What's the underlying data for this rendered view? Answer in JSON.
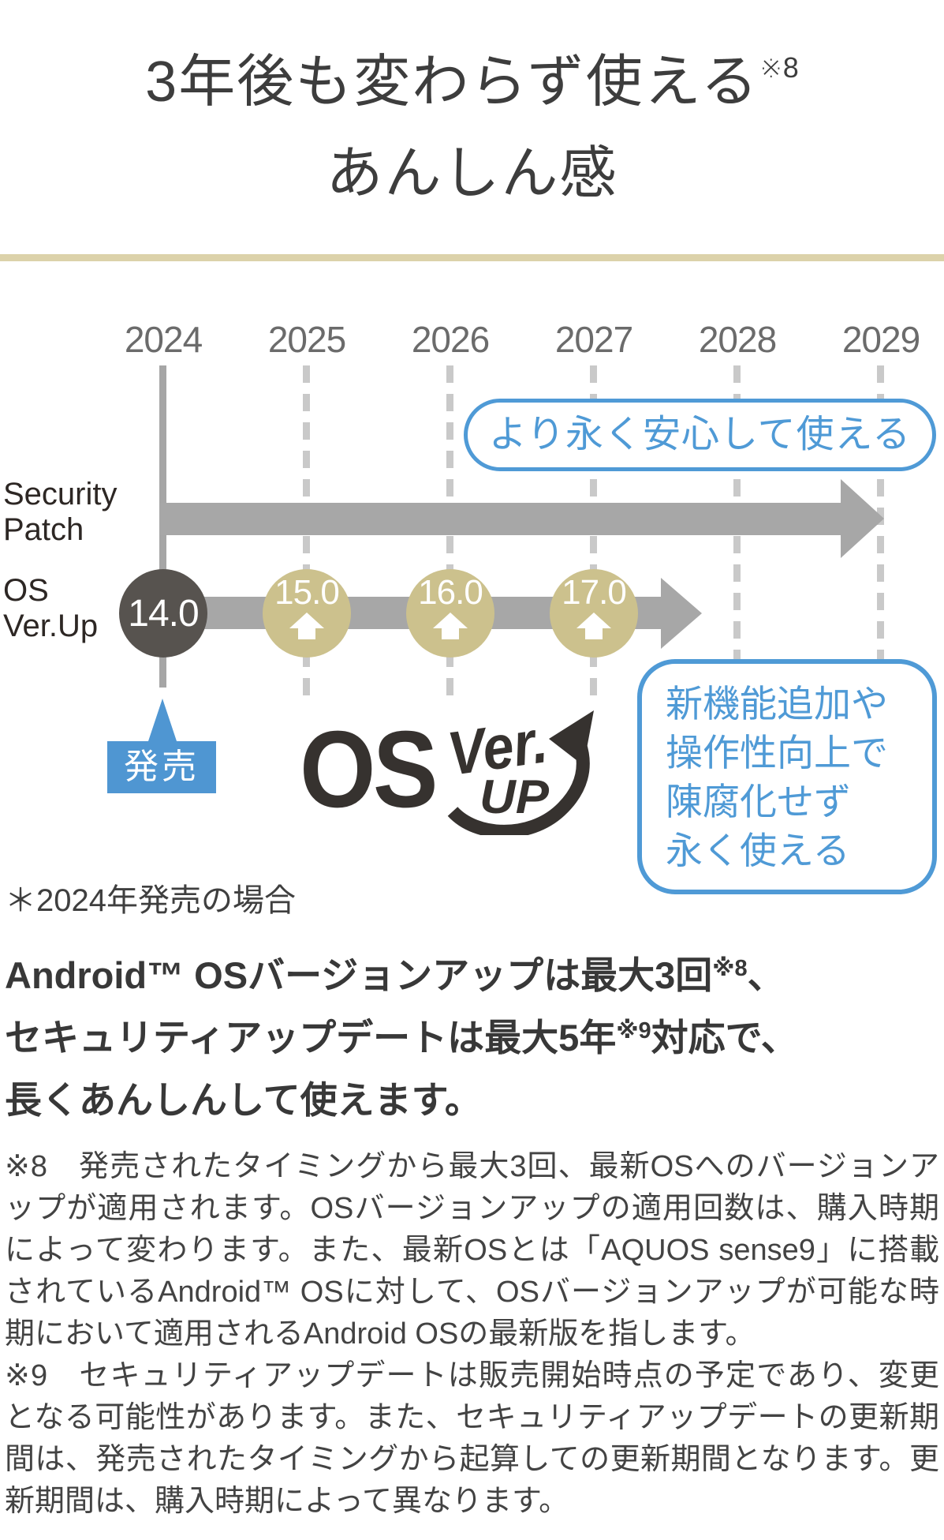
{
  "title": {
    "line1": "3年後も変わらず使える",
    "line1_sup": "※8",
    "line2": "あんしん感"
  },
  "timeline": {
    "years": [
      "2024",
      "2025",
      "2026",
      "2027",
      "2028",
      "2029"
    ],
    "callout_duration": "より永く安心して使える",
    "security_label": {
      "line1": "Security",
      "line2": "Patch"
    },
    "os_label": {
      "line1": "OS",
      "line2": "Ver.Up"
    },
    "os_versions": [
      {
        "version": "14.0",
        "year": "2024",
        "type": "initial"
      },
      {
        "version": "15.0",
        "year": "2025",
        "type": "upgrade"
      },
      {
        "version": "16.0",
        "year": "2026",
        "type": "upgrade"
      },
      {
        "version": "17.0",
        "year": "2027",
        "type": "upgrade"
      }
    ],
    "release_label": "発売",
    "logo": {
      "os": "OS",
      "ver": "Ver.",
      "up": "UP"
    },
    "callout_benefit": {
      "line1": "新機能追加や",
      "line2": "操作性向上で",
      "line3": "陳腐化せず",
      "line4": "永く使える"
    },
    "note": "＊2024年発売の場合"
  },
  "paragraph": {
    "l1_text": "Android™ OSバージョンアップは最大3回",
    "l1_sup": "※8",
    "l1_tail": "、",
    "l2_text": "セキュリティアップデートは最大5年",
    "l2_sup": "※9",
    "l2_tail": "対応で、",
    "l3_text": "長くあんしんして使えます。"
  },
  "footnotes": [
    {
      "text": "※8　発売されたタイミングから最大3回、最新OSへのバージョンアップが適用されます。OSバージョンアップの適用回数は、購入時期によって変わります。また、最新OSとは「AQUOS sense9」に搭載されているAndroid™ OSに対して、OSバージョンアップが可能な時期において適用されるAndroid OSの最新版を指します。"
    },
    {
      "text": "※9　セキュリティアップデートは販売開始時点の予定であり、変更となる可能性があります。また、セキュリティアップデートの更新期間は、発売されたタイミングから起算しての更新期間となります。更新期間は、購入時期によって異なります。"
    }
  ],
  "colors": {
    "accent_blue": "#4f9ad6",
    "release_blue": "#4f96d2",
    "tan_circle": "#ccc18d",
    "dark_circle": "#57534f",
    "bar_gray": "#a7a7a7",
    "divider_tan": "#dcd2aa"
  }
}
